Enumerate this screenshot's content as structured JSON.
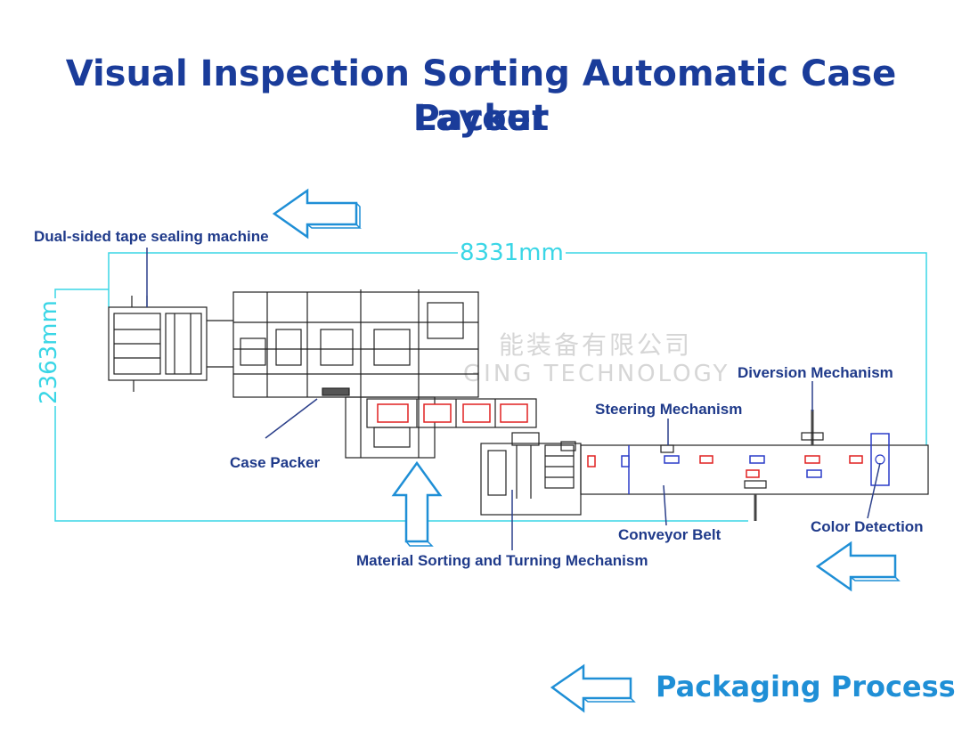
{
  "title": {
    "line1": "Visual Inspection Sorting Automatic Case Packer",
    "line2": "Layout"
  },
  "dimensions": {
    "length": "8331mm",
    "width": "2363mm"
  },
  "labels": {
    "tape_sealer": "Dual-sided tape sealing machine",
    "case_packer": "Case Packer",
    "diversion": "Diversion Mechanism",
    "steering": "Steering Mechanism",
    "conveyor": "Conveyor Belt",
    "color_detection": "Color Detection",
    "sorting_turning": "Material Sorting and Turning Mechanism"
  },
  "watermark": {
    "cn": "能装备有限公司",
    "en": "GING TECHNOLOGY"
  },
  "footer": {
    "process": "Packaging Process"
  },
  "colors": {
    "title": "#1a3c9a",
    "label": "#1f3a8a",
    "dimension": "#3ad6e6",
    "arrow": "#1f8fd6",
    "product_red": "#e02020",
    "product_blue": "#2a3cc8"
  }
}
